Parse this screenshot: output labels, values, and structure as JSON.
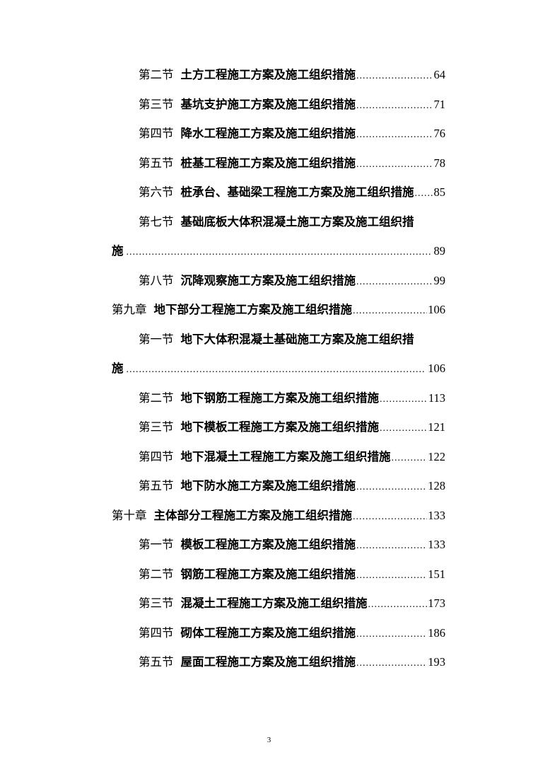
{
  "toc": [
    {
      "level": 2,
      "num": "第二节",
      "title": "土方工程施工方案及施工组织措施",
      "page": "64"
    },
    {
      "level": 2,
      "num": "第三节",
      "title": "基坑支护施工方案及施工组织措施",
      "page": "71"
    },
    {
      "level": 2,
      "num": "第四节",
      "title": "降水工程施工方案及施工组织措施",
      "page": "76"
    },
    {
      "level": 2,
      "num": "第五节",
      "title": "桩基工程施工方案及施工组织措施",
      "page": "78"
    },
    {
      "level": 2,
      "num": "第六节",
      "title": "桩承台、基础梁工程施工方案及施工组织措施",
      "page": "85"
    },
    {
      "level": 2,
      "num": "第七节",
      "title": "基础底板大体积混凝土施工方案及施工组织措",
      "continuation": "施",
      "page": "89"
    },
    {
      "level": 2,
      "num": "第八节",
      "title": "沉降观察施工方案及施工组织措施",
      "page": "99"
    },
    {
      "level": 1,
      "num": "第九章",
      "title": "地下部分工程施工方案及施工组织措施",
      "page": "106"
    },
    {
      "level": 2,
      "num": "第一节",
      "title": "地下大体积混凝土基础施工方案及施工组织措",
      "continuation": "施",
      "page": "106"
    },
    {
      "level": 2,
      "num": "第二节",
      "title": "地下钢筋工程施工方案及施工组织措施",
      "page": "113"
    },
    {
      "level": 2,
      "num": "第三节",
      "title": "地下模板工程施工方案及施工组织措施",
      "page": "121"
    },
    {
      "level": 2,
      "num": "第四节",
      "title": "地下混凝土工程施工方案及施工组织措施",
      "page": "122"
    },
    {
      "level": 2,
      "num": "第五节",
      "title": "地下防水施工方案及施工组织措施",
      "page": "128"
    },
    {
      "level": 1,
      "num": "第十章",
      "title": "主体部分工程施工方案及施工组织措施",
      "page": "133"
    },
    {
      "level": 2,
      "num": "第一节",
      "title": "模板工程施工方案及施工组织措施",
      "page": "133"
    },
    {
      "level": 2,
      "num": "第二节",
      "title": "钢筋工程施工方案及施工组织措施",
      "page": "151"
    },
    {
      "level": 2,
      "num": "第三节",
      "title": "混凝土工程施工方案及施工组织措施",
      "page": "173"
    },
    {
      "level": 2,
      "num": "第四节",
      "title": "砌体工程施工方案及施工组织措施",
      "page": "186"
    },
    {
      "level": 2,
      "num": "第五节",
      "title": "屋面工程施工方案及施工组织措施",
      "page": "193"
    }
  ],
  "footer": {
    "page_number": "3"
  }
}
